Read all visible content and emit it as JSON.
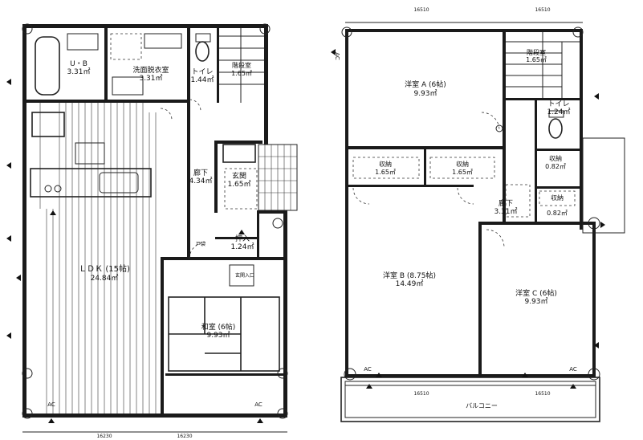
{
  "floor1": {
    "rooms": {
      "ub": {
        "name": "U・B",
        "area": "3.31㎡"
      },
      "wash": {
        "name": "洗面脱衣室",
        "area": "3.31㎡"
      },
      "toilet": {
        "name": "トイレ",
        "area": "1.44㎡"
      },
      "stair": {
        "name": "階段室",
        "area": "1.65㎡"
      },
      "hall": {
        "name": "廊下",
        "area": "4.34㎡"
      },
      "entry": {
        "name": "玄関",
        "area": "1.65㎡"
      },
      "storage": {
        "name": "押入",
        "area": "1.24㎡"
      },
      "ldk": {
        "name": "ＬＤＫ (15帖)",
        "area": "24.84㎡"
      },
      "washitsu": {
        "name": "和室 (6帖)",
        "area": "9.93㎡"
      }
    },
    "labels": {
      "ac1": "AC",
      "ac2": "AC",
      "dim_left": "16230",
      "dim_right": "16230",
      "door_label": "戸袋",
      "entrance": "玄関入口"
    }
  },
  "floor2": {
    "rooms": {
      "westA": {
        "name": "洋室 A (6帖)",
        "area": "9.93㎡"
      },
      "stair": {
        "name": "階段室",
        "area": "1.65㎡"
      },
      "toilet": {
        "name": "トイレ",
        "area": "1.24㎡"
      },
      "closet1": {
        "name": "収納",
        "area": "1.65㎡"
      },
      "closet2": {
        "name": "収納",
        "area": "1.65㎡"
      },
      "closet3": {
        "name": "収納",
        "area": "0.82㎡"
      },
      "closet4": {
        "name": "収納",
        "area": "0.82㎡"
      },
      "hall": {
        "name": "廊下",
        "area": "3.31㎡"
      },
      "westB": {
        "name": "洋室 B (8.75帖)",
        "area": "14.49㎡"
      },
      "westC": {
        "name": "洋室 C (6帖)",
        "area": "9.93㎡"
      }
    },
    "labels": {
      "balcony": "バルコニー",
      "ac1": "AC",
      "ac2": "AC",
      "ac3": "AC",
      "dim1": "16510",
      "dim2": "16510",
      "dim_top1": "16510",
      "dim_top2": "16510"
    }
  }
}
